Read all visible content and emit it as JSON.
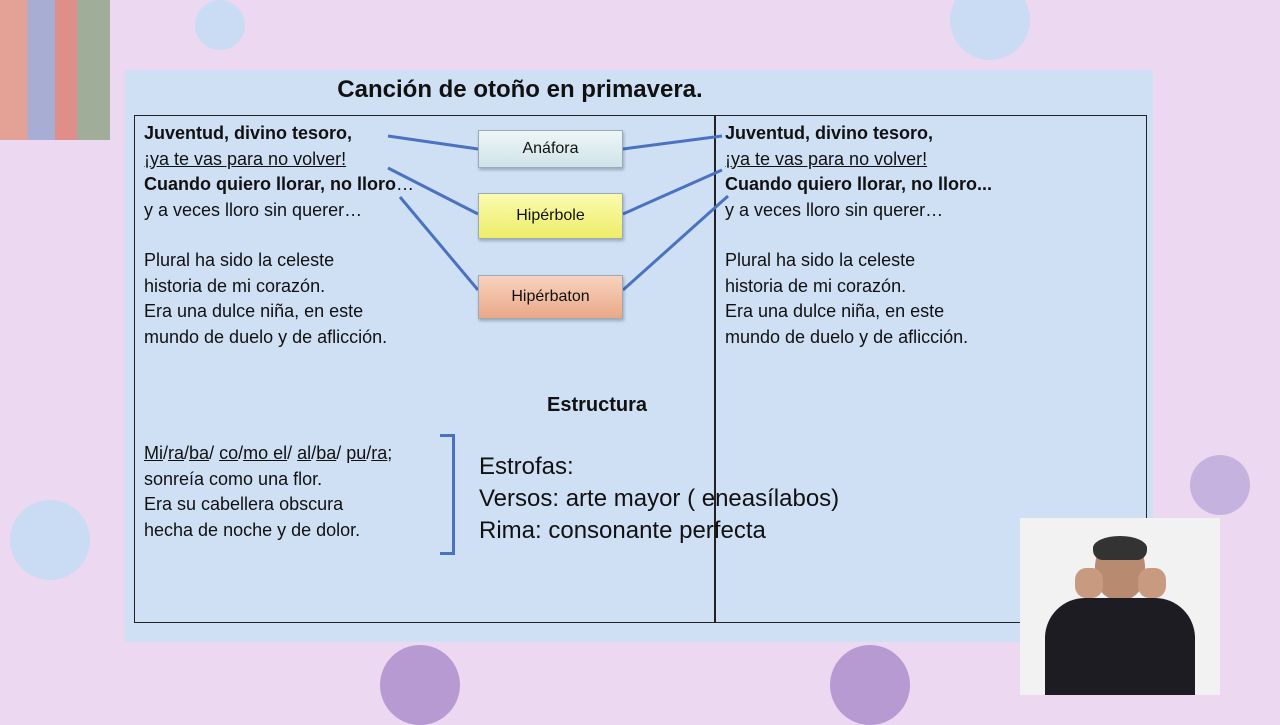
{
  "title": "Canción de otoño en primavera.",
  "left_stanza1": [
    "Juventud, divino tesoro,",
    "¡ya te vas para no volver!",
    "Cuando quiero llorar, no lloro",
    "…",
    "y a veces lloro sin querer…"
  ],
  "stanza2": [
    "Plural ha sido la celeste",
    "historia de mi corazón.",
    "Era una dulce niña, en este",
    "mundo de duelo y de aflicción."
  ],
  "right_stanza1": [
    "Juventud, divino tesoro,",
    "¡ya te vas para no volver!",
    "Cuando quiero llorar, no lloro...",
    "y a veces lloro sin querer…"
  ],
  "figures": {
    "anafora": "Anáfora",
    "hiperbole": "Hipérbole",
    "hiperbaton": "Hipérbaton"
  },
  "colors": {
    "anafora": "#dcecef",
    "hiperbole": "#f5f58a",
    "hiperbaton": "#f2bfa0",
    "lines": "#4a72c0"
  },
  "structure_title": "Estructura",
  "syllables": [
    "Mi",
    "/",
    "ra",
    "/",
    "ba",
    "/ ",
    "co",
    "/",
    "mo el",
    "/ ",
    "al",
    "/",
    "ba",
    "/ ",
    "pu",
    "/",
    "ra",
    ";"
  ],
  "stanza3": [
    "sonreía como una flor.",
    "Era su cabellera obscura",
    "hecha de noche y de dolor."
  ],
  "structure": [
    "Estrofas:",
    "Versos: arte mayor ( eneasílabos)",
    "Rima: consonante perfecta"
  ]
}
